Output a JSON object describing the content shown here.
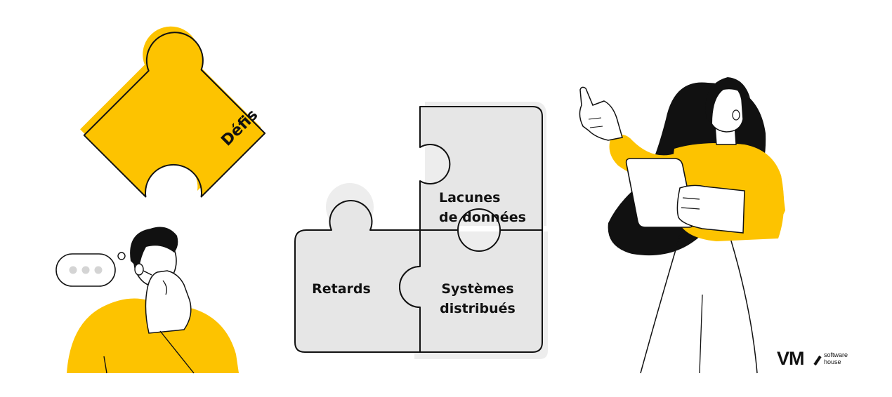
{
  "pieces": {
    "defis": "Défis",
    "lacunes_line1": "Lacunes",
    "lacunes_line2": "de données",
    "retards": "Retards",
    "systemes_line1": "Systèmes",
    "systemes_line2": "distribués"
  },
  "logo": {
    "mark": "VM",
    "line1": "software",
    "line2": "house"
  },
  "colors": {
    "accent_yellow": "#FDC300",
    "piece_grey": "#E6E6E6",
    "piece_shadow": "#EDEDED",
    "ink": "#111111"
  }
}
